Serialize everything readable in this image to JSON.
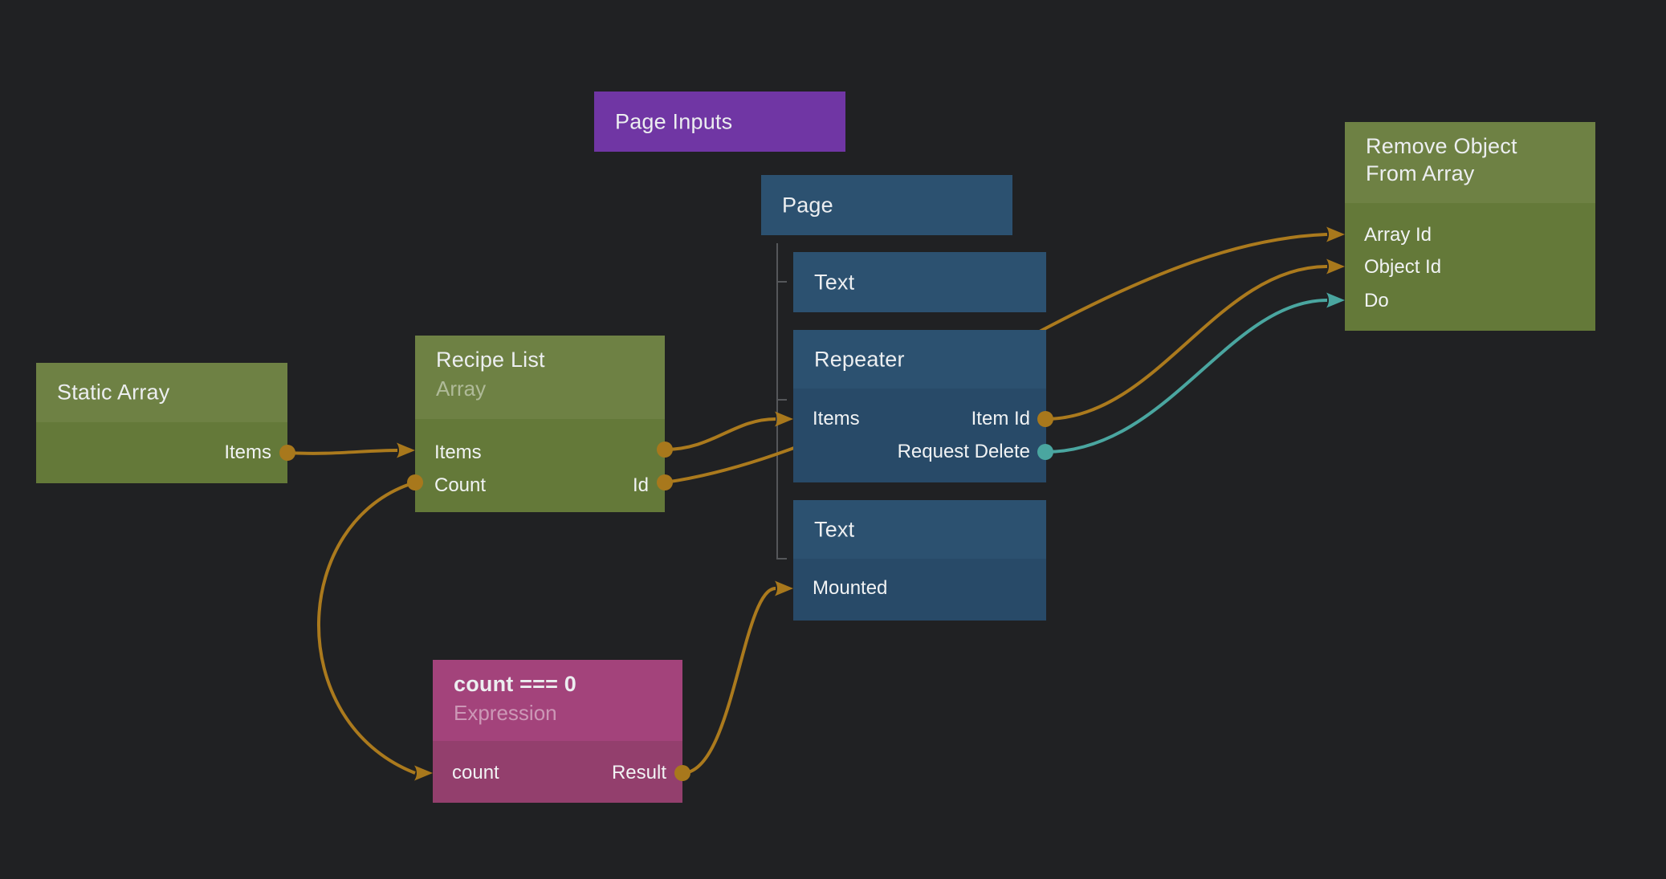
{
  "app": "visual-node-editor",
  "colors": {
    "background": "#202123",
    "node_blue_header": "#2c5170",
    "node_blue_body": "#284a68",
    "node_green_header": "#6e8144",
    "node_green_body": "#647939",
    "node_purple": "#7036a4",
    "node_pink_header": "#a3437b",
    "node_pink_body": "#933f6d",
    "connection_data": "#ab7a1d",
    "connection_signal": "#4aa6a0",
    "hierarchy_line": "#55575a",
    "title_text": "#eceef0",
    "port_text": "#f1f3f4"
  },
  "nodes": {
    "page_inputs": {
      "title": "Page Inputs"
    },
    "page": {
      "title": "Page"
    },
    "text1": {
      "title": "Text"
    },
    "repeater": {
      "title": "Repeater",
      "ports": {
        "items": "Items",
        "item_id": "Item Id",
        "request_delete": "Request Delete"
      }
    },
    "text2": {
      "title": "Text",
      "ports": {
        "mounted": "Mounted"
      }
    },
    "static_array": {
      "title": "Static Array",
      "ports": {
        "items": "Items"
      }
    },
    "recipe_list": {
      "title": "Recipe List",
      "subtitle": "Array",
      "ports": {
        "items": "Items",
        "count": "Count",
        "id": "Id"
      }
    },
    "remove_object_from_array": {
      "title": "Remove Object From Array",
      "ports": {
        "array_id": "Array Id",
        "object_id": "Object Id",
        "do": "Do"
      }
    },
    "expression": {
      "title": "count === 0",
      "subtitle": "Expression",
      "ports": {
        "count": "count",
        "result": "Result"
      }
    }
  },
  "connections": [
    {
      "from": "Static Array.Items",
      "to": "Recipe List.Items",
      "type": "data"
    },
    {
      "from": "Recipe List.Items",
      "to": "Repeater.Items",
      "type": "data"
    },
    {
      "from": "Recipe List.Id",
      "to": "Remove Object From Array.Array Id",
      "type": "data"
    },
    {
      "from": "Recipe List.Count",
      "to": "count === 0.count",
      "type": "data"
    },
    {
      "from": "count === 0.Result",
      "to": "Text.Mounted",
      "type": "data"
    },
    {
      "from": "Repeater.Item Id",
      "to": "Remove Object From Array.Object Id",
      "type": "data"
    },
    {
      "from": "Repeater.Request Delete",
      "to": "Remove Object From Array.Do",
      "type": "signal"
    }
  ]
}
